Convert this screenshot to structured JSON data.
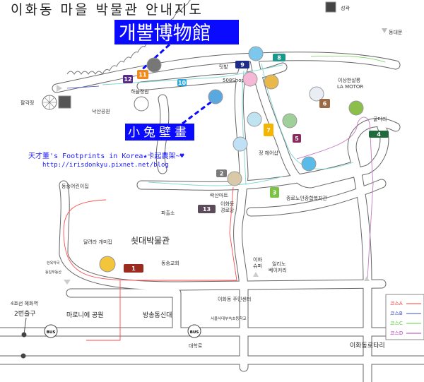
{
  "title": "이화동 마을 박물관 안내지도",
  "banner_main": "개뿔博物館",
  "banner_mural": "小兔壁畫",
  "credit_line": "天才董's Footprints in Korea★卡起農架~♥",
  "credit_url": "http://irisdonkyu.pixnet.net/blog",
  "handwritten_label": "쇳대박물관",
  "places": {
    "fortress_wall": "성곽",
    "dongdaemun": "동대문",
    "palgakjeong": "팔각정",
    "sky_garden": "하늘정원",
    "naksan_park": "낙산공원",
    "vegetable_garden": "텃밭",
    "shop_508": "508Shop",
    "la_motor_1": "이상한살롱",
    "la_motor_2": "LA MOTOR",
    "gul_bridge": "굴다리",
    "hair_shop": "정 헤어샵",
    "senior_welfare": "종로노인종합복지관",
    "daycare": "동숭어린이집",
    "police_box": "파출소",
    "naksan_mart": "락산마트",
    "senior_center_1": "이화동",
    "senior_center_2": "경로당",
    "ant_house": "달려라 개미집",
    "dongsung_church": "동숭교회",
    "ihwa_super_1": "이화",
    "ihwa_super_2": "슈퍼",
    "bakery_1": "일리노",
    "bakery_2": "베이커리",
    "pharmacy": "한옥약국",
    "realty": "동일부동산",
    "hyehwa_1": "4호선 혜화역",
    "hyehwa_2": "2번출구",
    "marronnier_park": "마로니에 공원",
    "knou": "방송통신대",
    "daehakro": "대학로",
    "community_center": "이화동 주민센터",
    "elementary_school": "서울사대부속초등학교",
    "rotary": "이화동로타리"
  },
  "bus_label": "BUS",
  "badges": [
    {
      "num": "1",
      "color": "#9b2b1f"
    },
    {
      "num": "2",
      "color": "#7a7a7a"
    },
    {
      "num": "3",
      "color": "#7cc243"
    },
    {
      "num": "4",
      "color": "#1f6b3b"
    },
    {
      "num": "5",
      "color": "#8a2a5c"
    },
    {
      "num": "6",
      "color": "#9b6a45"
    },
    {
      "num": "7",
      "color": "#f5b400"
    },
    {
      "num": "8",
      "color": "#1a998a"
    },
    {
      "num": "9",
      "color": "#1c2b8a"
    },
    {
      "num": "10",
      "color": "#2aa8e0"
    },
    {
      "num": "11",
      "color": "#f08a1a"
    },
    {
      "num": "12",
      "color": "#5a2a8a"
    },
    {
      "num": "13",
      "color": "#5b4b5b"
    }
  ],
  "legend": [
    {
      "label": "코스A",
      "color": "#ff3b3b"
    },
    {
      "label": "코스B",
      "color": "#3b4fc4"
    },
    {
      "label": "코스C",
      "color": "#5ccf3b"
    },
    {
      "label": "코스D",
      "color": "#b33bb3"
    }
  ]
}
